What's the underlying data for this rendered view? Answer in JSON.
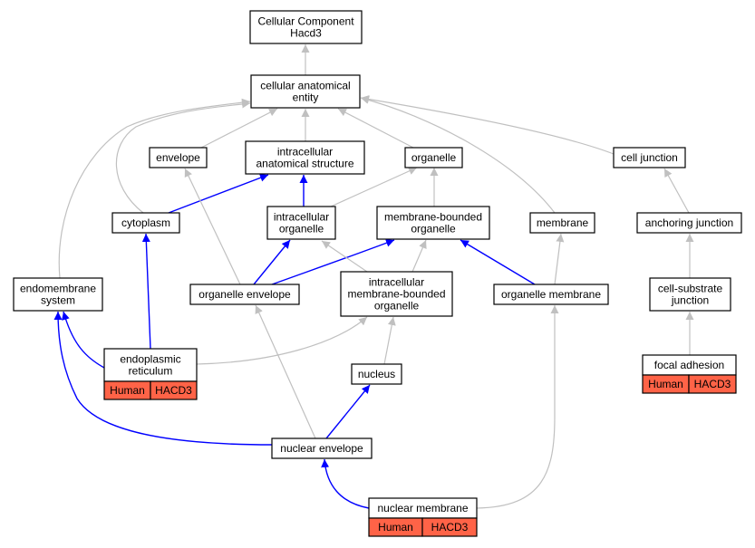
{
  "colors": {
    "is_a_edge": "#c0c0c0",
    "part_of_edge": "#0000ff",
    "annotation_cell": "#ff6347",
    "node_border": "#000000"
  },
  "nodes": [
    {
      "id": "cc_root",
      "lines": [
        "Cellular Component",
        "Hacd3"
      ]
    },
    {
      "id": "cellular_anatomical_entity",
      "lines": [
        "cellular anatomical",
        "entity"
      ]
    },
    {
      "id": "envelope",
      "lines": [
        "envelope"
      ]
    },
    {
      "id": "intracellular_anatomical_structure",
      "lines": [
        "intracellular",
        "anatomical structure"
      ]
    },
    {
      "id": "organelle",
      "lines": [
        "organelle"
      ]
    },
    {
      "id": "cell_junction",
      "lines": [
        "cell junction"
      ]
    },
    {
      "id": "cytoplasm",
      "lines": [
        "cytoplasm"
      ]
    },
    {
      "id": "intracellular_organelle",
      "lines": [
        "intracellular",
        "organelle"
      ]
    },
    {
      "id": "membrane_bounded_organelle",
      "lines": [
        "membrane-bounded",
        "organelle"
      ]
    },
    {
      "id": "membrane",
      "lines": [
        "membrane"
      ]
    },
    {
      "id": "anchoring_junction",
      "lines": [
        "anchoring junction"
      ]
    },
    {
      "id": "endomembrane_system",
      "lines": [
        "endomembrane",
        "system"
      ]
    },
    {
      "id": "organelle_envelope",
      "lines": [
        "organelle envelope"
      ]
    },
    {
      "id": "intracellular_membrane_bounded_organelle",
      "lines": [
        "intracellular",
        "membrane-bounded",
        "organelle"
      ]
    },
    {
      "id": "organelle_membrane",
      "lines": [
        "organelle membrane"
      ]
    },
    {
      "id": "cell_substrate_junction",
      "lines": [
        "cell-substrate",
        "junction"
      ]
    },
    {
      "id": "endoplasmic_reticulum",
      "lines": [
        "endoplasmic",
        "reticulum"
      ],
      "annotation": [
        "Human",
        "HACD3"
      ]
    },
    {
      "id": "focal_adhesion",
      "lines": [
        "focal adhesion"
      ],
      "annotation": [
        "Human",
        "HACD3"
      ]
    },
    {
      "id": "nucleus",
      "lines": [
        "nucleus"
      ]
    },
    {
      "id": "nuclear_envelope",
      "lines": [
        "nuclear envelope"
      ]
    },
    {
      "id": "nuclear_membrane",
      "lines": [
        "nuclear membrane"
      ],
      "annotation": [
        "Human",
        "HACD3"
      ]
    }
  ],
  "edges": [
    {
      "from": "cellular_anatomical_entity",
      "to": "cc_root",
      "type": "is_a"
    },
    {
      "from": "envelope",
      "to": "cellular_anatomical_entity",
      "type": "is_a"
    },
    {
      "from": "intracellular_anatomical_structure",
      "to": "cellular_anatomical_entity",
      "type": "is_a"
    },
    {
      "from": "organelle",
      "to": "cellular_anatomical_entity",
      "type": "is_a"
    },
    {
      "from": "cell_junction",
      "to": "cellular_anatomical_entity",
      "type": "is_a"
    },
    {
      "from": "cytoplasm",
      "to": "cellular_anatomical_entity",
      "type": "is_a"
    },
    {
      "from": "endomembrane_system",
      "to": "cellular_anatomical_entity",
      "type": "is_a"
    },
    {
      "from": "membrane",
      "to": "cellular_anatomical_entity",
      "type": "is_a"
    },
    {
      "from": "cytoplasm",
      "to": "intracellular_anatomical_structure",
      "type": "part_of"
    },
    {
      "from": "intracellular_organelle",
      "to": "intracellular_anatomical_structure",
      "type": "part_of"
    },
    {
      "from": "intracellular_organelle",
      "to": "organelle",
      "type": "is_a"
    },
    {
      "from": "membrane_bounded_organelle",
      "to": "organelle",
      "type": "is_a"
    },
    {
      "from": "anchoring_junction",
      "to": "cell_junction",
      "type": "is_a"
    },
    {
      "from": "organelle_envelope",
      "to": "envelope",
      "type": "is_a"
    },
    {
      "from": "organelle_envelope",
      "to": "intracellular_organelle",
      "type": "part_of"
    },
    {
      "from": "organelle_envelope",
      "to": "membrane_bounded_organelle",
      "type": "part_of"
    },
    {
      "from": "intracellular_membrane_bounded_organelle",
      "to": "intracellular_organelle",
      "type": "is_a"
    },
    {
      "from": "intracellular_membrane_bounded_organelle",
      "to": "membrane_bounded_organelle",
      "type": "is_a"
    },
    {
      "from": "organelle_membrane",
      "to": "membrane_bounded_organelle",
      "type": "part_of"
    },
    {
      "from": "organelle_membrane",
      "to": "membrane",
      "type": "is_a"
    },
    {
      "from": "cell_substrate_junction",
      "to": "anchoring_junction",
      "type": "is_a"
    },
    {
      "from": "focal_adhesion",
      "to": "cell_substrate_junction",
      "type": "is_a"
    },
    {
      "from": "endoplasmic_reticulum",
      "to": "cytoplasm",
      "type": "part_of"
    },
    {
      "from": "endoplasmic_reticulum",
      "to": "endomembrane_system",
      "type": "part_of"
    },
    {
      "from": "endoplasmic_reticulum",
      "to": "intracellular_membrane_bounded_organelle",
      "type": "is_a"
    },
    {
      "from": "nucleus",
      "to": "intracellular_membrane_bounded_organelle",
      "type": "is_a"
    },
    {
      "from": "nuclear_envelope",
      "to": "organelle_envelope",
      "type": "is_a"
    },
    {
      "from": "nuclear_envelope",
      "to": "nucleus",
      "type": "part_of"
    },
    {
      "from": "nuclear_envelope",
      "to": "endomembrane_system",
      "type": "part_of"
    },
    {
      "from": "nuclear_membrane",
      "to": "nuclear_envelope",
      "type": "part_of"
    },
    {
      "from": "nuclear_membrane",
      "to": "organelle_membrane",
      "type": "is_a"
    }
  ]
}
